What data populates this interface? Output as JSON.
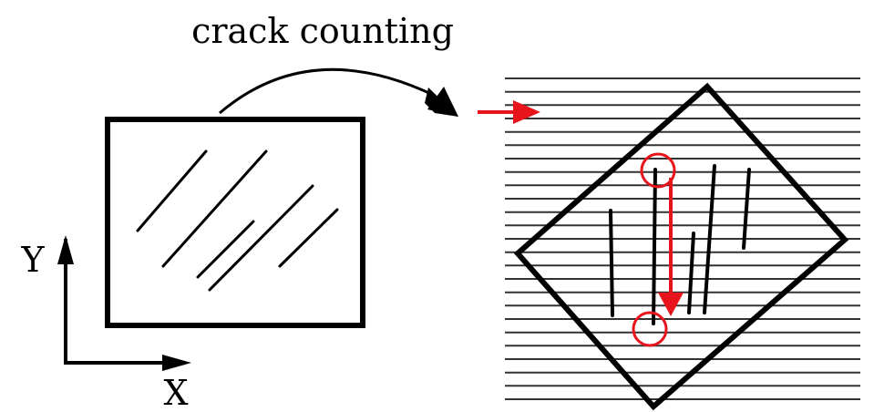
{
  "title": "crack counting",
  "axes": {
    "y_label": "Y",
    "x_label": "X"
  },
  "colors": {
    "ink": "#000000",
    "accent": "#e8141c",
    "grid": "#333333"
  }
}
